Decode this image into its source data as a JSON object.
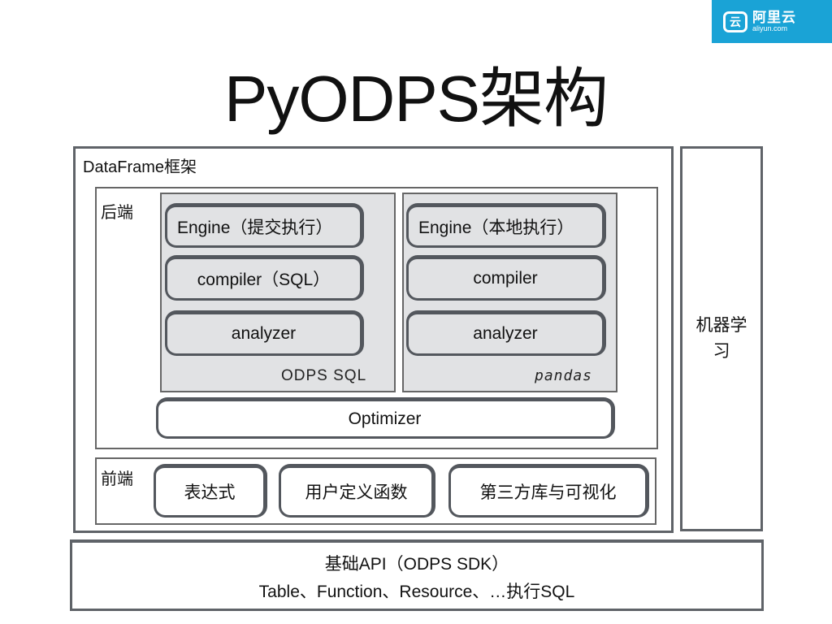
{
  "logo": {
    "cn": "阿里云",
    "en": "aliyun.com",
    "mark": "云",
    "color": "#1aa3d6"
  },
  "title": "PyODPS架构",
  "dataframe": {
    "label": "DataFrame框架",
    "backend": {
      "label": "后端",
      "odps_sql": {
        "name": "ODPS SQL",
        "items": [
          "Engine（提交执行）",
          "compiler（SQL）",
          "analyzer"
        ]
      },
      "pandas": {
        "name": "pandas",
        "items": [
          "Engine（本地执行）",
          "compiler",
          "analyzer"
        ]
      },
      "optimizer": "Optimizer"
    },
    "frontend": {
      "label": "前端",
      "items": [
        "表达式",
        "用户定义函数",
        "第三方库与可视化"
      ]
    }
  },
  "machine_learning": "机器学习",
  "base_api": {
    "line1": "基础API（ODPS SDK）",
    "line2": "Table、Function、Resource、…执行SQL"
  }
}
